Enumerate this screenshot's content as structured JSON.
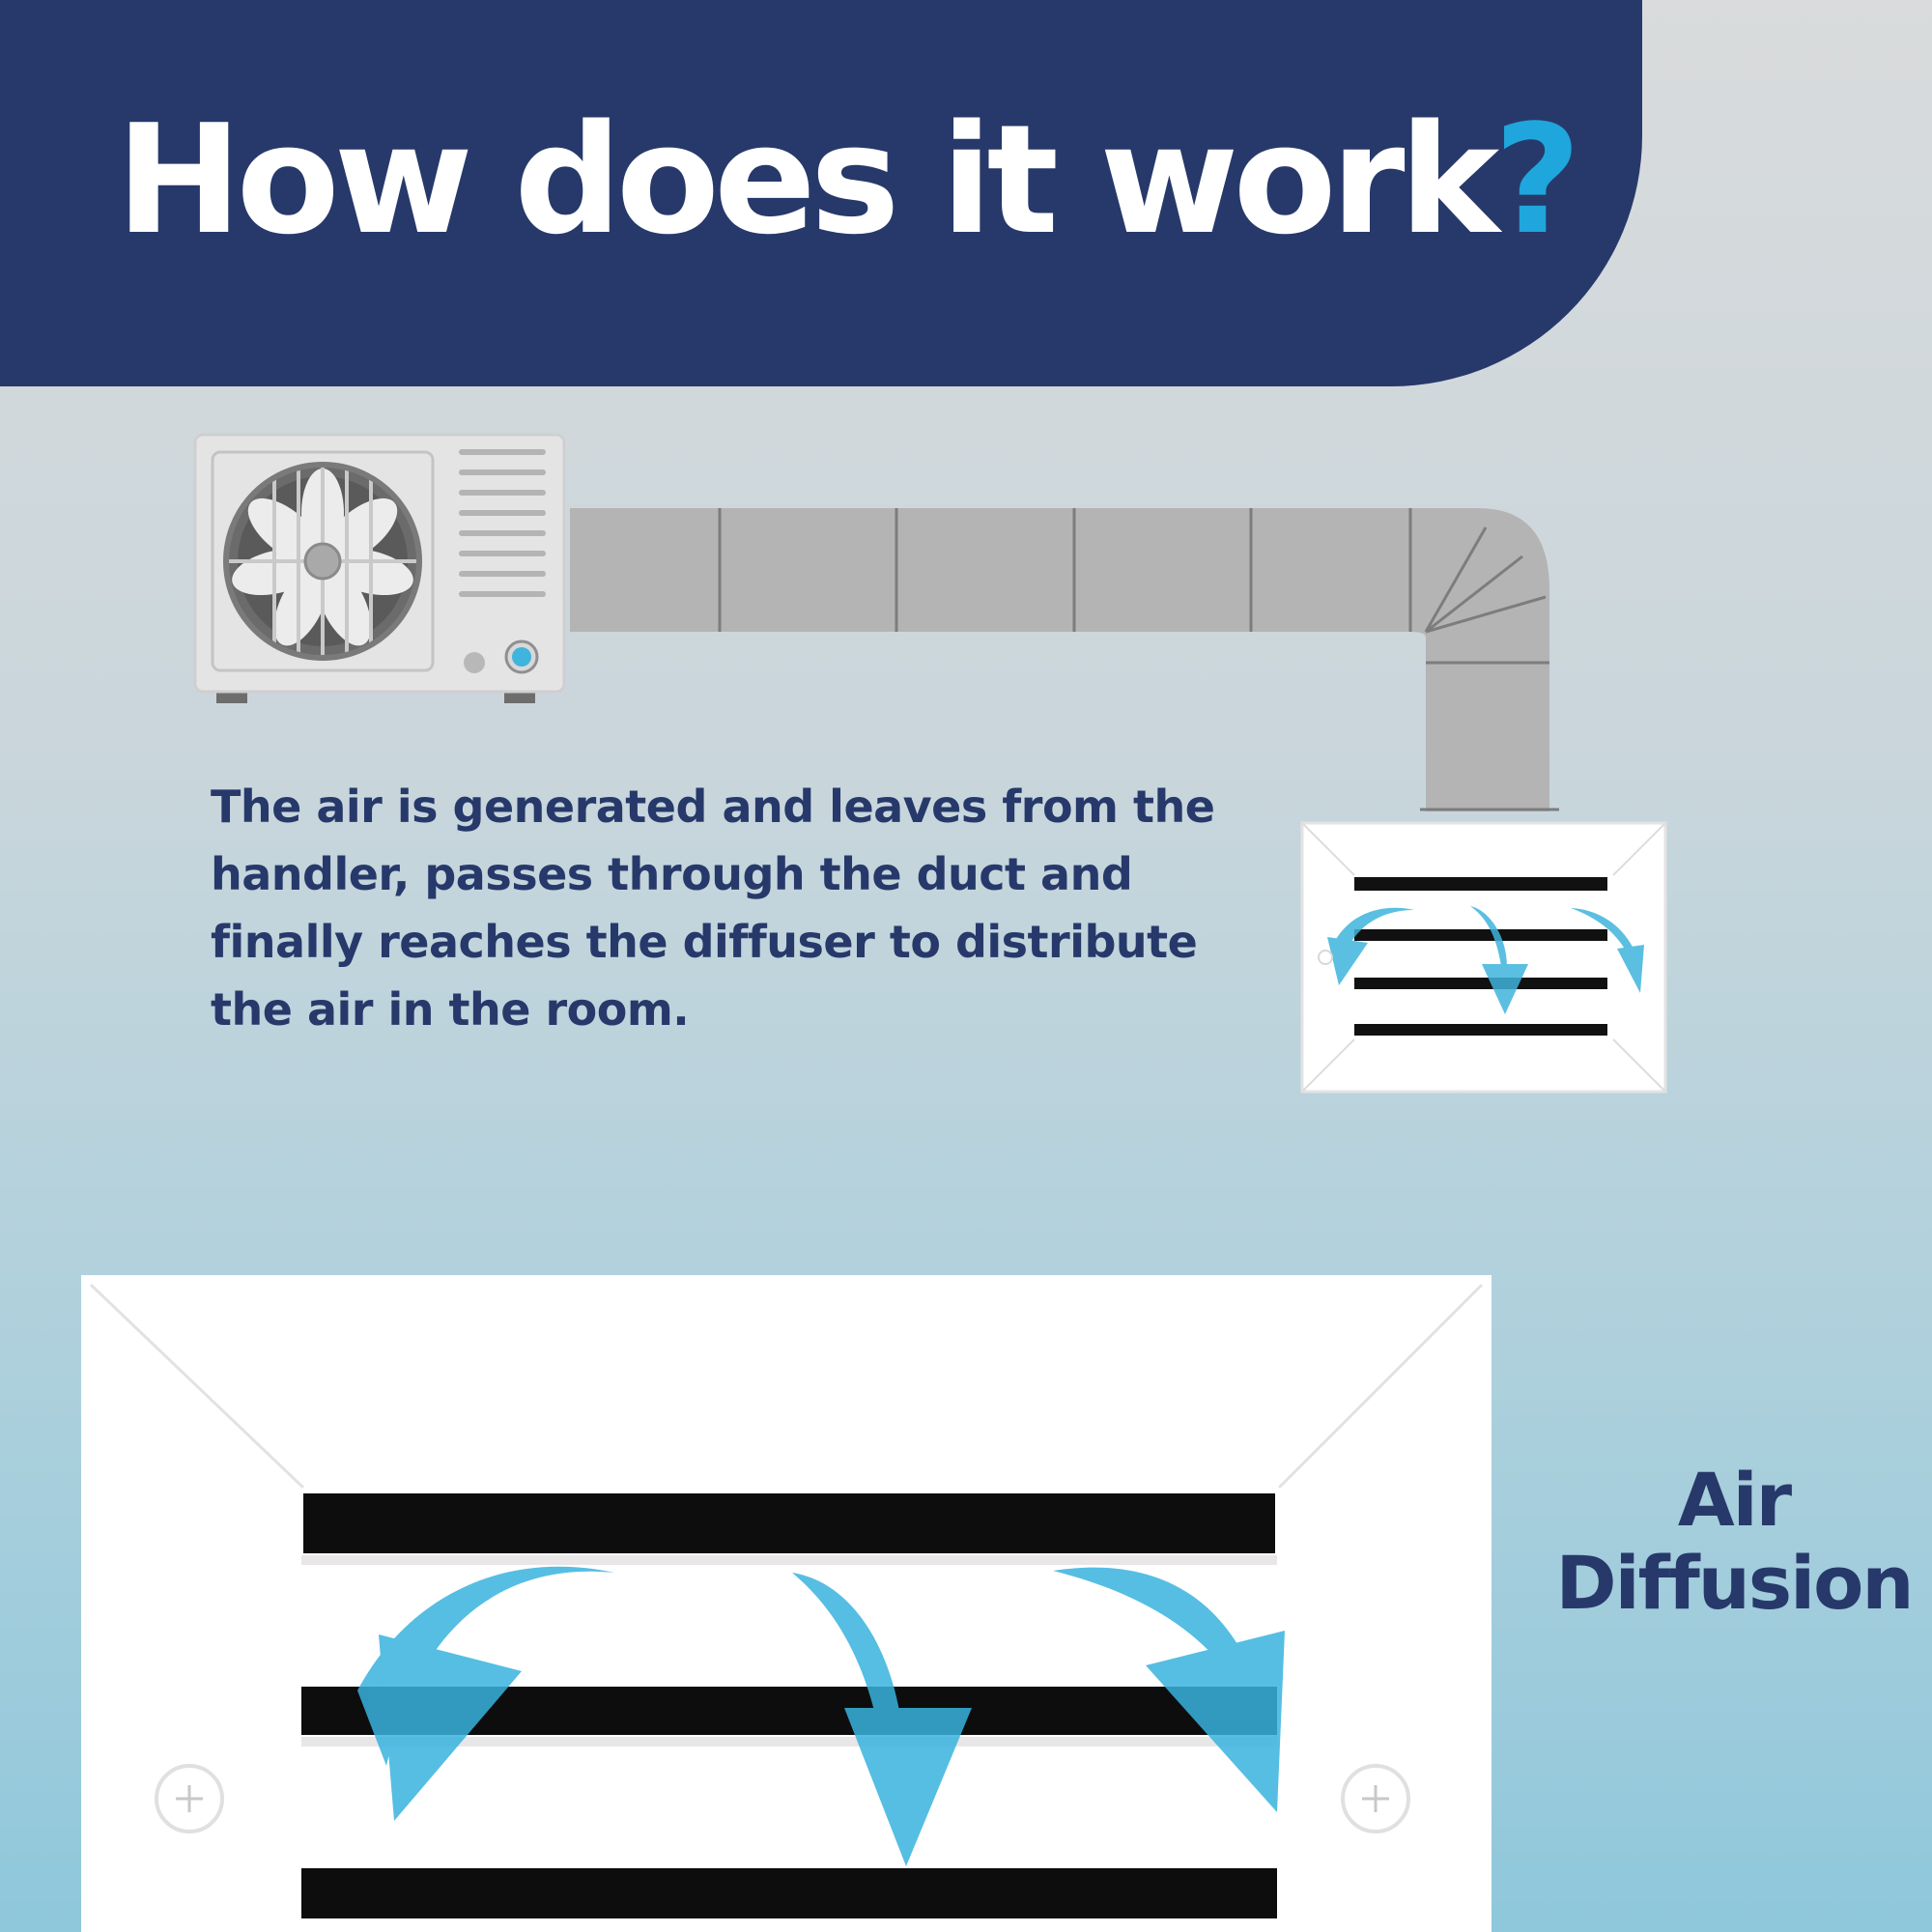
{
  "colors": {
    "navy": "#27396a",
    "accent_blue": "#1fa6dc",
    "duct_gray": "#b4b4b4",
    "white": "#ffffff"
  },
  "header": {
    "title": "How does it work",
    "title_mark": "?"
  },
  "description": "The air is generated and leaves from the handler, passes through the duct and finally reaches the diffuser to distribute the air in the room.",
  "diffuser_label": {
    "line1": "Air",
    "line2": "Diffusion"
  },
  "icons": [
    "air-handler-icon",
    "fan-icon",
    "duct-icon",
    "diffuser-icon",
    "airflow-arrow-icon"
  ]
}
